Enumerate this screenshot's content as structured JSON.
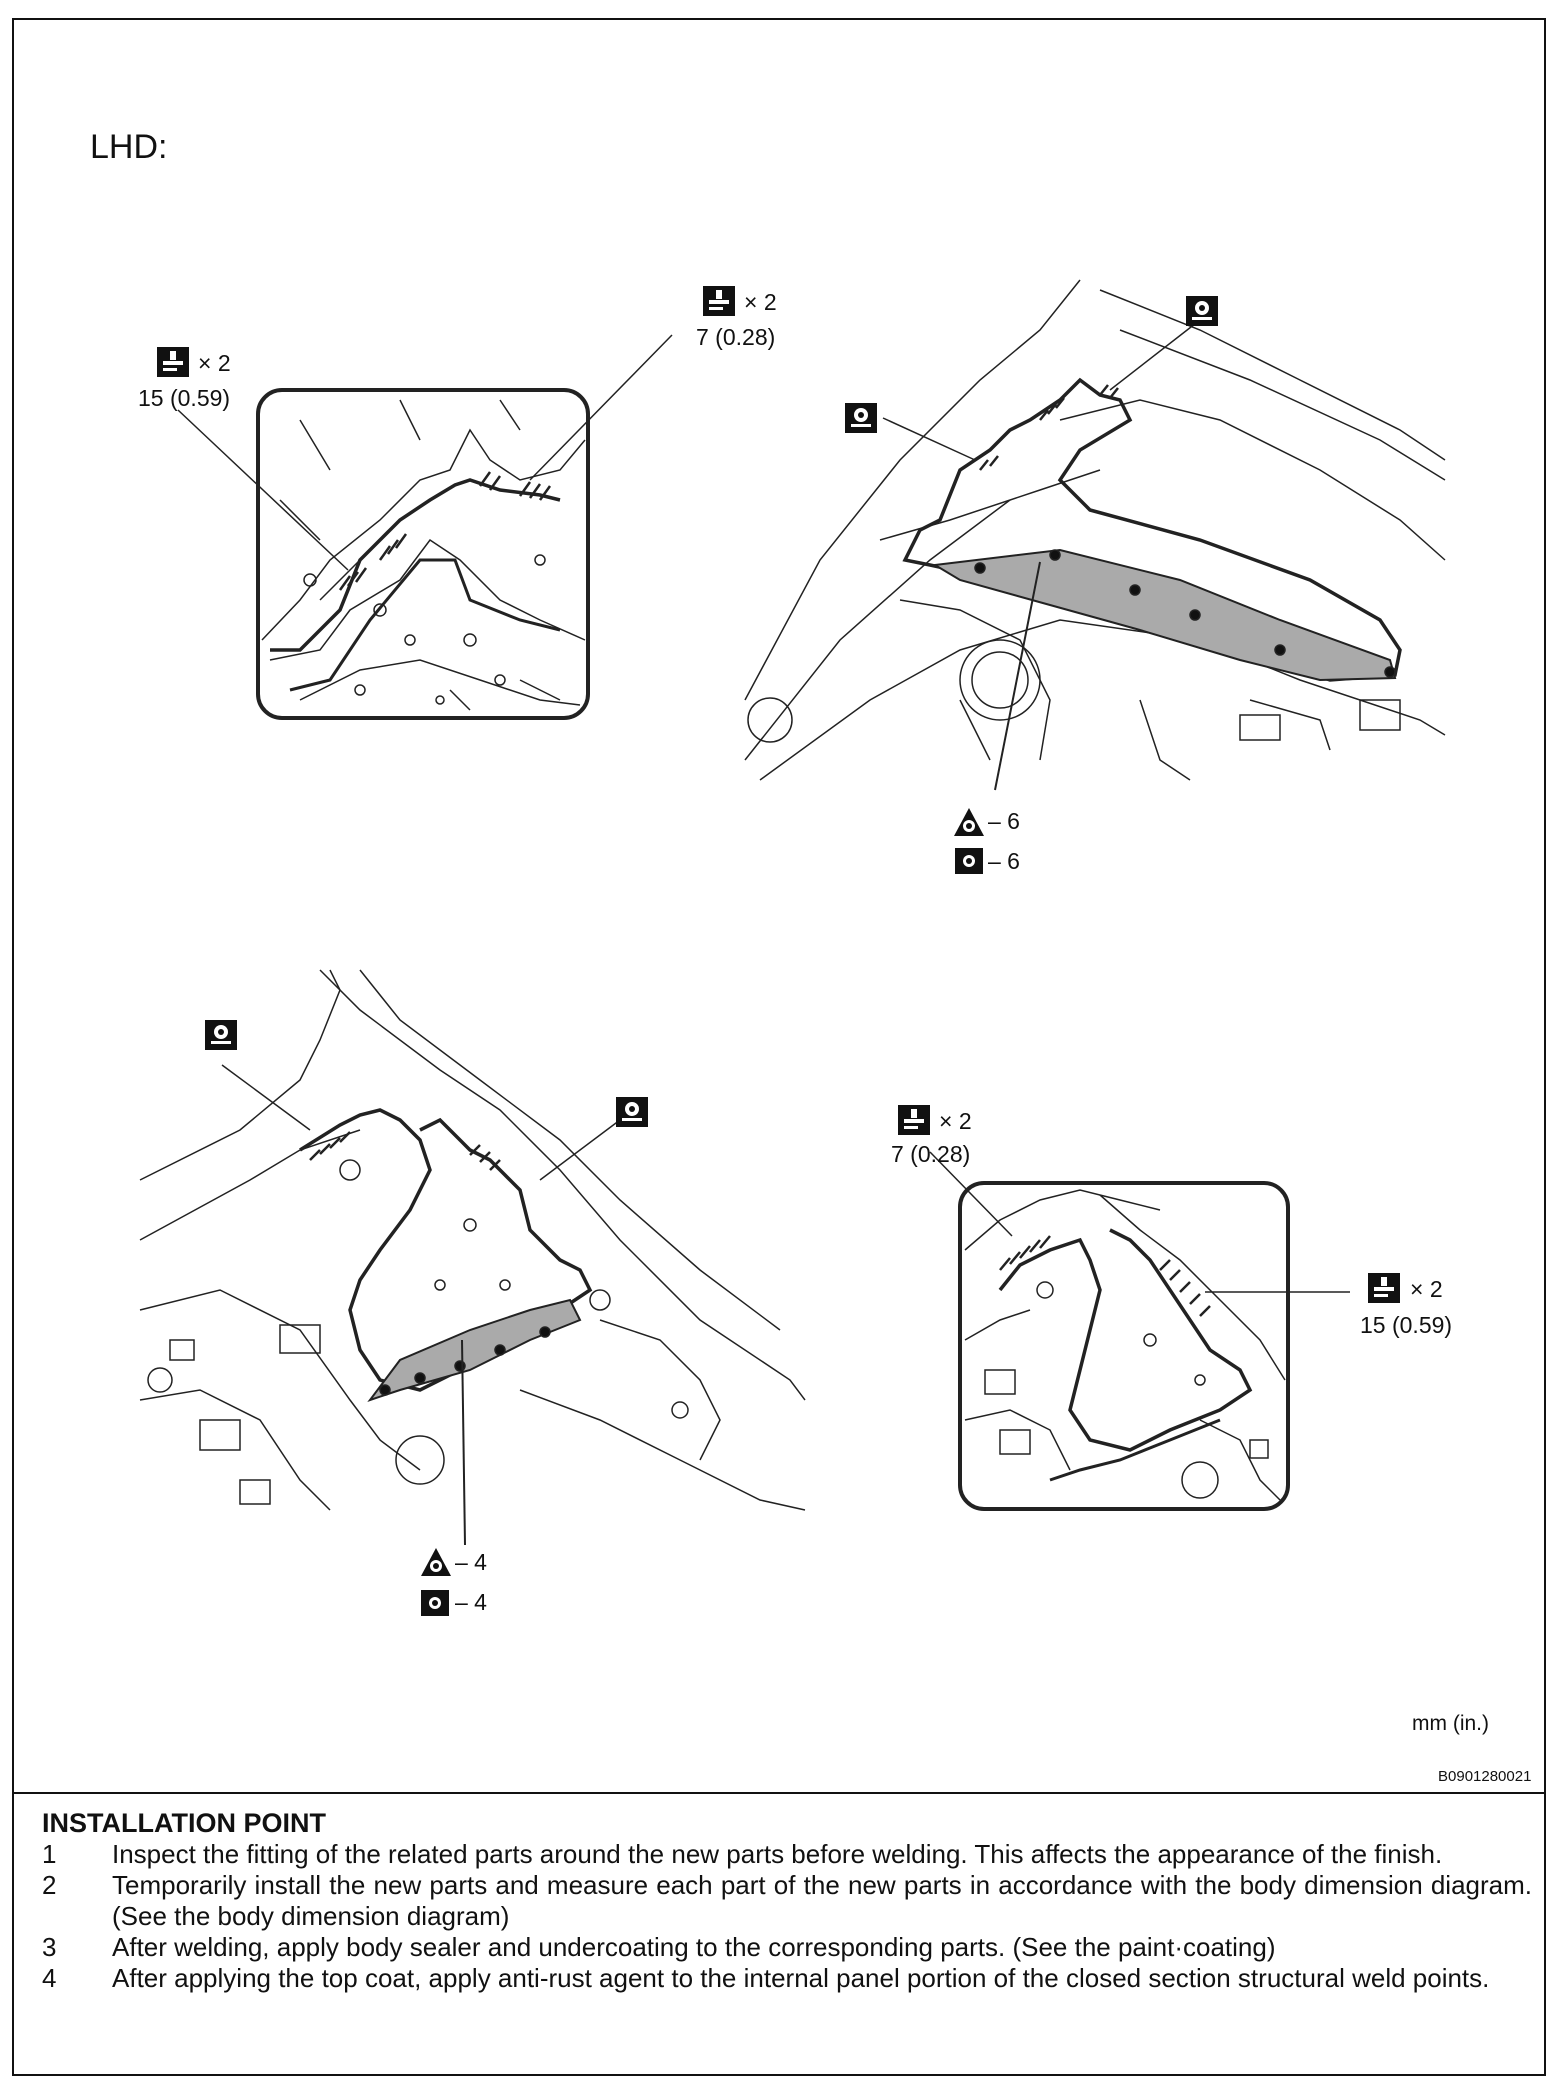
{
  "label": "LHD:",
  "callouts": {
    "tl_a_count": "× 2",
    "tl_a_val": "15 (0.59)",
    "tl_b_count": "× 2",
    "tl_b_val": "7 (0.28)",
    "tr_weld_a": "– 6",
    "tr_weld_b": "– 6",
    "bl_weld_a": "– 4",
    "bl_weld_b": "– 4",
    "br_a_count": "× 2",
    "br_a_val": "7 (0.28)",
    "br_b_count": "× 2",
    "br_b_val": "15 (0.59)"
  },
  "unit": "mm (in.)",
  "figure_code": "B0901280021",
  "installation": {
    "title": "INSTALLATION POINT",
    "items": [
      {
        "num": "1",
        "text": "Inspect the fitting of the related parts around the new parts before welding. This affects the appearance of the finish."
      },
      {
        "num": "2",
        "text": "Temporarily install the new parts and measure each part of the new parts in accordance with the body dimension diagram. (See the body dimension diagram)"
      },
      {
        "num": "3",
        "text": "After welding, apply body sealer and undercoating to the corresponding parts. (See the paint·coating)"
      },
      {
        "num": "4",
        "text": "After applying the top coat, apply anti-rust agent to the internal panel portion of the closed section structural weld points."
      }
    ]
  }
}
